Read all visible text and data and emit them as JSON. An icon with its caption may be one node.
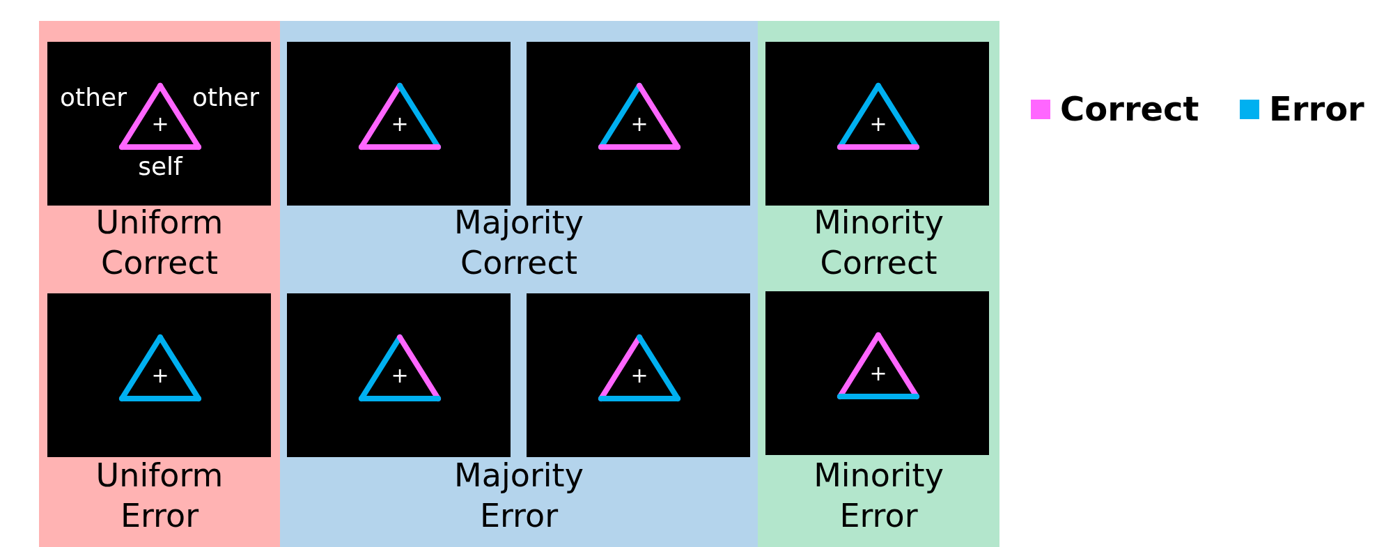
{
  "diagram": {
    "nodes": [
      {
        "text": [
          "Uniform Correct",
          "Uniform Error"
        ]
      },
      {
        "text": [
          "other",
          "other",
          "self",
          "+"
        ],
        "in": 0
      },
      {
        "text": [
          "+"
        ],
        "in": 0
      },
      {
        "text": [
          "Majority Correct",
          "Majority Error"
        ]
      },
      {
        "text": [
          "+"
        ],
        "in": 3
      },
      {
        "text": [
          "+"
        ],
        "in": 3
      },
      {
        "text": [
          "+"
        ],
        "in": 3
      },
      {
        "text": [
          "+"
        ],
        "in": 3
      },
      {
        "text": [
          "Minority Correct",
          "Minority Error"
        ]
      },
      {
        "text": [
          "+"
        ],
        "in": 8
      },
      {
        "text": [
          "+"
        ],
        "in": 8
      }
    ],
    "edges": [],
    "legend": [
      {
        "text": "Correct",
        "color": "#ff66ff"
      },
      {
        "text": "Error",
        "color": "#00b0f0"
      }
    ]
  }
}
